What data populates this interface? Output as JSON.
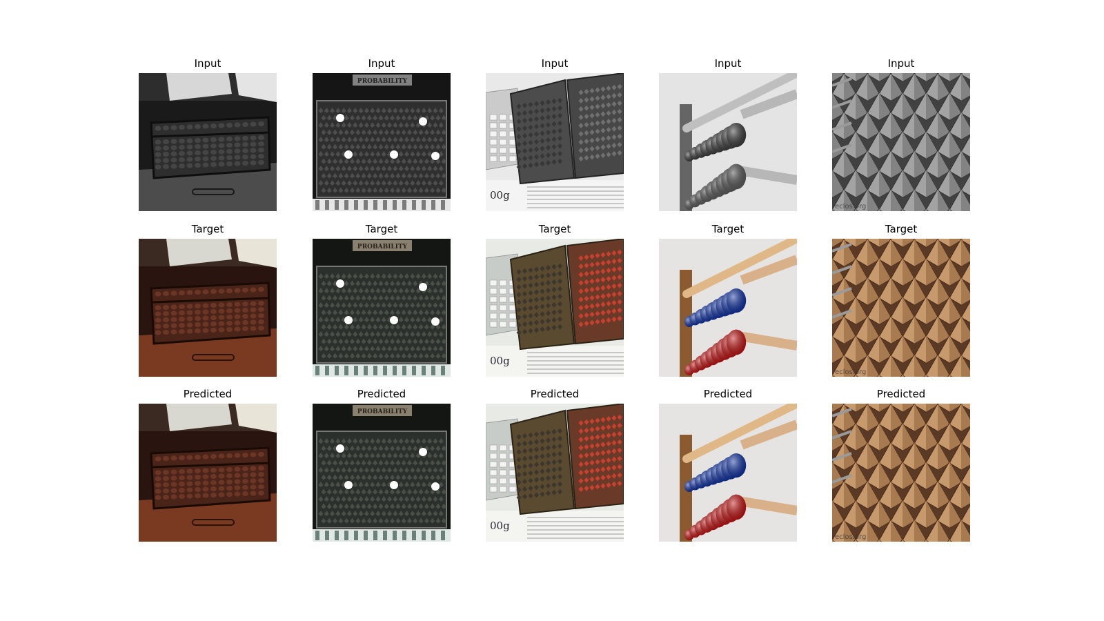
{
  "grid": {
    "rows": [
      {
        "row_title": "Input",
        "cells": [
          {
            "title": "Input",
            "caption": "",
            "tone": "gray"
          },
          {
            "title": "Input",
            "caption": "PROBABILITY",
            "tone": "gray"
          },
          {
            "title": "Input",
            "caption": "",
            "tone": "gray"
          },
          {
            "title": "Input",
            "caption": "",
            "tone": "gray"
          },
          {
            "title": "Input",
            "caption": "eclos.org",
            "tone": "gray"
          }
        ]
      },
      {
        "row_title": "Target",
        "cells": [
          {
            "title": "Target",
            "caption": "",
            "tone": "color"
          },
          {
            "title": "Target",
            "caption": "PROBABILITY",
            "tone": "color"
          },
          {
            "title": "Target",
            "caption": "",
            "tone": "color"
          },
          {
            "title": "Target",
            "caption": "",
            "tone": "color"
          },
          {
            "title": "Target",
            "caption": "eclos.org",
            "tone": "color"
          }
        ]
      },
      {
        "row_title": "Predicted",
        "cells": [
          {
            "title": "Predicted",
            "caption": "",
            "tone": "color"
          },
          {
            "title": "Predicted",
            "caption": "PROBABILITY",
            "tone": "color"
          },
          {
            "title": "Predicted",
            "caption": "",
            "tone": "color"
          },
          {
            "title": "Predicted",
            "caption": "",
            "tone": "color"
          },
          {
            "title": "Predicted",
            "caption": "eclos.org",
            "tone": "color"
          }
        ]
      }
    ]
  },
  "palette": {
    "background": "#ffffff",
    "wood_dark": "#4a2418",
    "wood_mid": "#7a3a22",
    "bead_blue": "#1536a8",
    "bead_red": "#c81818",
    "wood_light": "#c79a6e",
    "frame_brown": "#5a4a30"
  }
}
